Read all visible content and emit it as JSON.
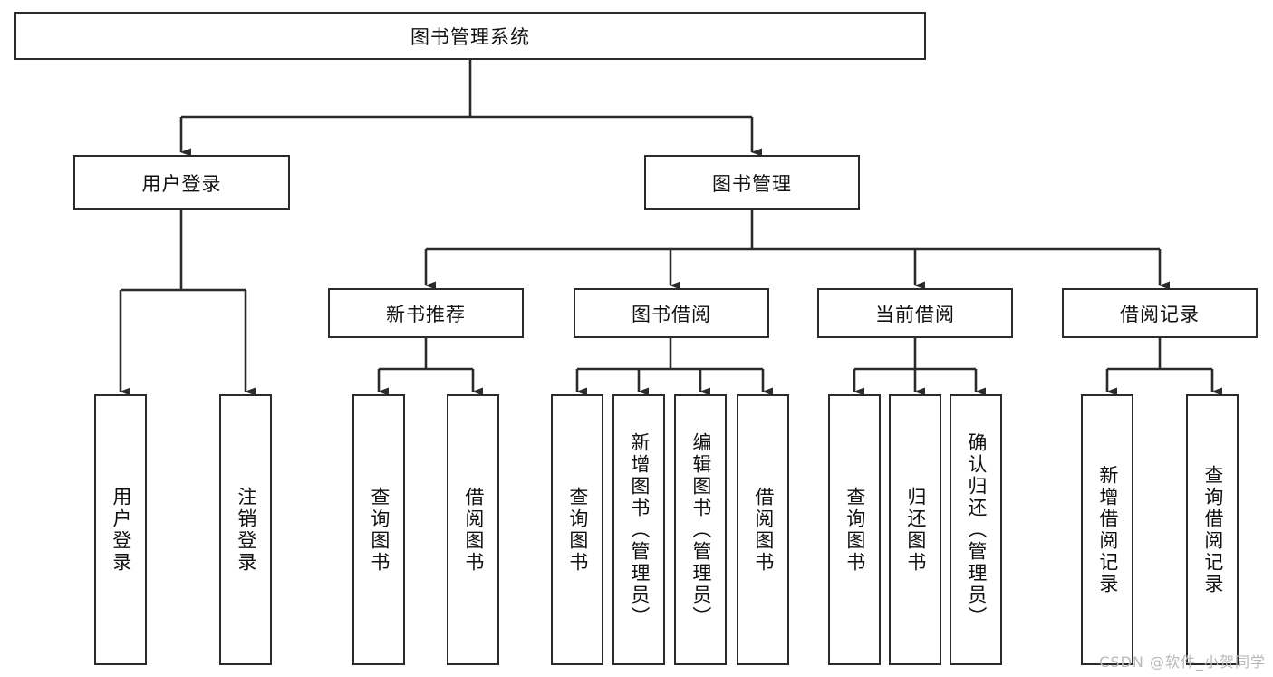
{
  "diagram": {
    "title": "图书管理系统",
    "root": {
      "label": "图书管理系统"
    },
    "level1": [
      {
        "label": "用户登录"
      },
      {
        "label": "图书管理"
      }
    ],
    "level2": [
      {
        "label": "新书推荐"
      },
      {
        "label": "图书借阅"
      },
      {
        "label": "当前借阅"
      },
      {
        "label": "借阅记录"
      }
    ],
    "leaves": {
      "user_login": [
        {
          "label": "用户登录"
        },
        {
          "label": "注销登录"
        }
      ],
      "new_book_recommend": [
        {
          "label": "查询图书"
        },
        {
          "label": "借阅图书"
        }
      ],
      "book_borrow": [
        {
          "label": "查询图书"
        },
        {
          "label": "新增图书（管理员）"
        },
        {
          "label": "编辑图书（管理员）"
        },
        {
          "label": "借阅图书"
        }
      ],
      "current_borrow": [
        {
          "label": "查询图书"
        },
        {
          "label": "归还图书"
        },
        {
          "label": "确认归还（管理员）"
        }
      ],
      "borrow_record": [
        {
          "label": "新增借阅记录"
        },
        {
          "label": "查询借阅记录"
        }
      ]
    }
  },
  "watermark": {
    "text": "CSDN @软件_小贺同学"
  },
  "colors": {
    "stroke": "#2b2b2b",
    "background": "#ffffff",
    "text": "#111111",
    "watermark": "#b9b9b9"
  }
}
